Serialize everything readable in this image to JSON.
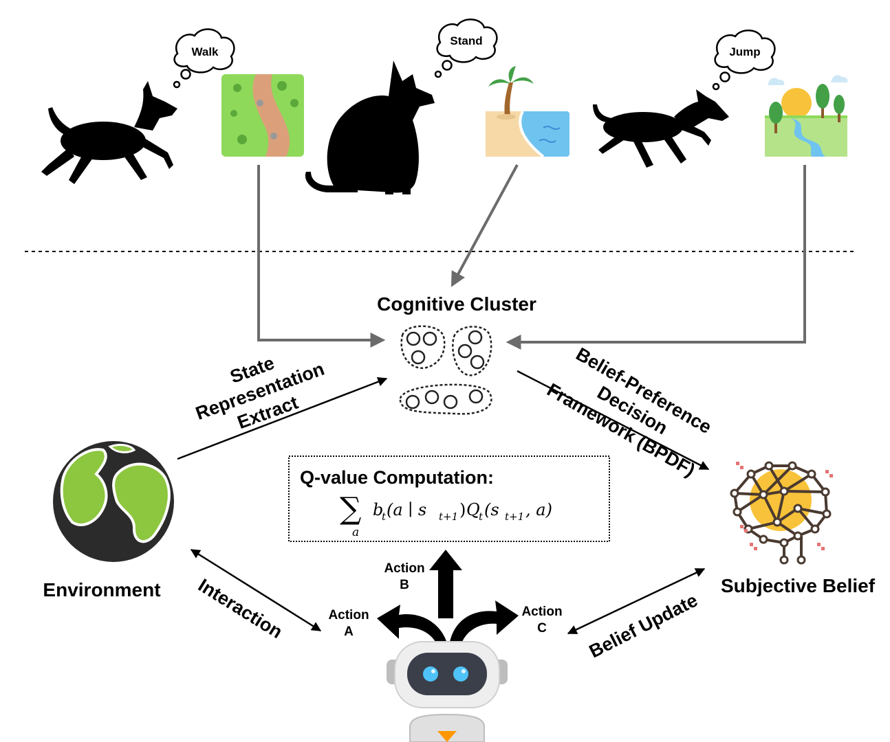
{
  "thoughts": {
    "walk": "Walk",
    "stand": "Stand",
    "jump": "Jump"
  },
  "labels": {
    "cognitive_cluster": "Cognitive Cluster",
    "state_line1": "State",
    "state_line2": "Representation",
    "state_line3": "Extract",
    "bpdf_line1": "Belief-Preference",
    "bpdf_line2": "Decision",
    "bpdf_line3": "Framework (BPDF)",
    "environment": "Environment",
    "subjective_belief": "Subjective Belief",
    "interaction": "Interaction",
    "belief_update": "Belief Update",
    "qvalue_title": "Q-value Computation:",
    "action_a_1": "Action",
    "action_a_2": "A",
    "action_b_1": "Action",
    "action_b_2": "B",
    "action_c_1": "Action",
    "action_c_2": "C"
  },
  "formula": {
    "sum": "∑",
    "sub": "a",
    "b": "b",
    "t1": "t",
    "open1": "(a ∣ s",
    "t1sub": "t+1",
    "close1": ")",
    "q": "Q",
    "t2": "t",
    "open2": "(s",
    "t2sub": "t+1",
    "close2": ", a)"
  },
  "colors": {
    "grass": "#8ed95a",
    "path": "#dba07a",
    "water": "#6fc3ef",
    "sand": "#f6d9a7",
    "earth_land": "#8dc63f",
    "earth_dark": "#2b2b2b",
    "brain_glow": "#f8c33a",
    "brain_lines": "#4a3a30",
    "connector_gray": "#6b6b6b"
  }
}
